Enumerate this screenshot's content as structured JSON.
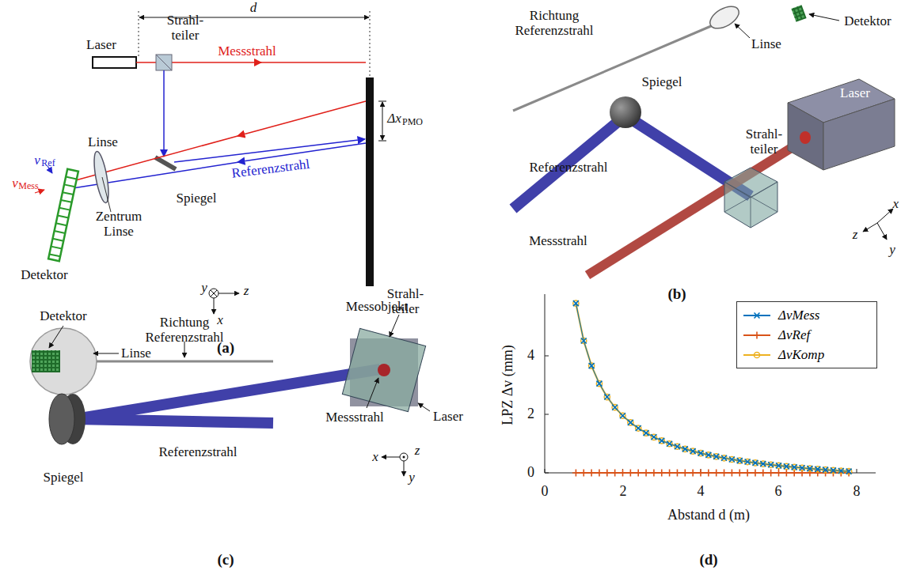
{
  "diagram": {
    "labels": [
      "(a)",
      "d",
      "Laser",
      "Strahl- teiler",
      "Messstrahl",
      "Δx",
      "PMO",
      "v",
      "Ref",
      "Linse",
      "v",
      "Mess",
      "Zentrum Linse",
      "Spiegel",
      "Referenzstrahl",
      "Messobjekt",
      "Detektor",
      "y",
      "z",
      "x",
      "(b)",
      "Richtung Referenzstrahl",
      "Detektor",
      "Linse",
      "Spiegel",
      "Referenzstrahl",
      "Strahl- teiler",
      "Laser",
      "Messstrahl",
      "x",
      "z",
      "y",
      "(c)",
      "Detektor",
      "Richtung Referenzstrahl",
      "Linse",
      "Strahl- teiler",
      "Laser",
      "Messstrahl",
      "Spiegel",
      "Referenzstrahl",
      "x",
      "z",
      "y",
      "(d)",
      "LPZ Δv (mm)",
      "Abstand d (m)",
      "0",
      "2",
      "4",
      "0",
      "2",
      "4",
      "6",
      "8"
    ],
    "legend": [
      {
        "text": "ΔvMess"
      },
      {
        "text": "ΔvRef"
      },
      {
        "text": "ΔvKomp"
      }
    ]
  }
}
